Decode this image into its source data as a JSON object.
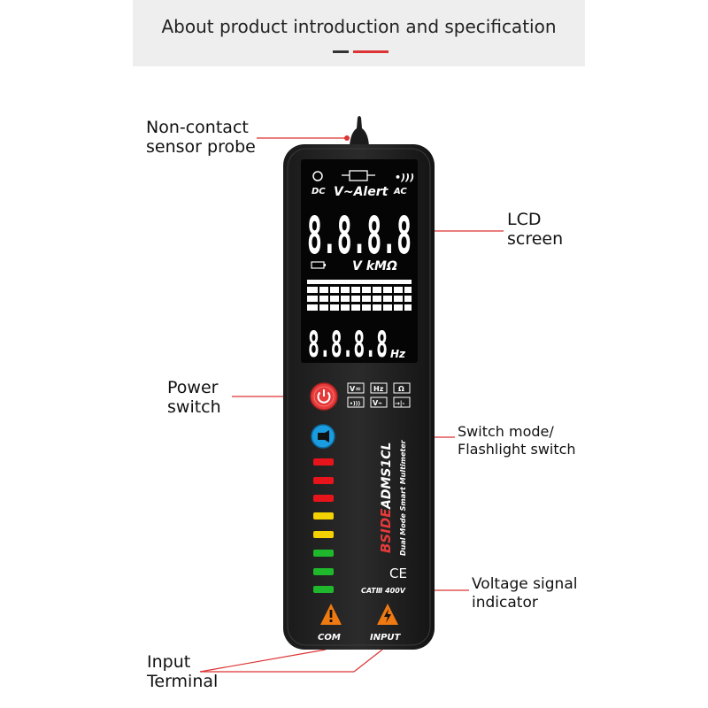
{
  "header": {
    "title": "About product introduction and specification"
  },
  "labels": {
    "sensor_line1": "Non-contact",
    "sensor_line2": "sensor probe",
    "lcd_line1": "LCD",
    "lcd_line2": "screen",
    "power_line1": "Power",
    "power_line2": "switch",
    "mode_line1": "Switch mode/",
    "mode_line2": "Flashlight switch",
    "voltage_line1": "Voltage signal",
    "voltage_line2": "indicator",
    "input_line1": "Input",
    "input_line2": "Terminal"
  },
  "lcd": {
    "alert": "V~Alert",
    "dc": "DC",
    "ac": "AC",
    "main_digits": "8.8.8.8",
    "units": "V kMΩ",
    "freq_digits": "8.8.8.8",
    "freq_unit": "Hz"
  },
  "device": {
    "mode_icons": [
      "V≂",
      "Hz",
      "Ω",
      "•)))",
      "V⌁",
      "→|-"
    ],
    "brand": "BSIDE",
    "model": "ADMS1CL",
    "subtitle": "Dual Mode Smart Multimeter",
    "ce": "CE",
    "rating": "CATⅢ 400V",
    "terminal_com": "COM",
    "terminal_input": "INPUT"
  },
  "colors": {
    "accent_red": "#d33333",
    "led_red": "#e8141b",
    "led_yellow": "#f4d100",
    "led_green": "#1fb82c",
    "mode_button_blue": "#1a9de0"
  }
}
